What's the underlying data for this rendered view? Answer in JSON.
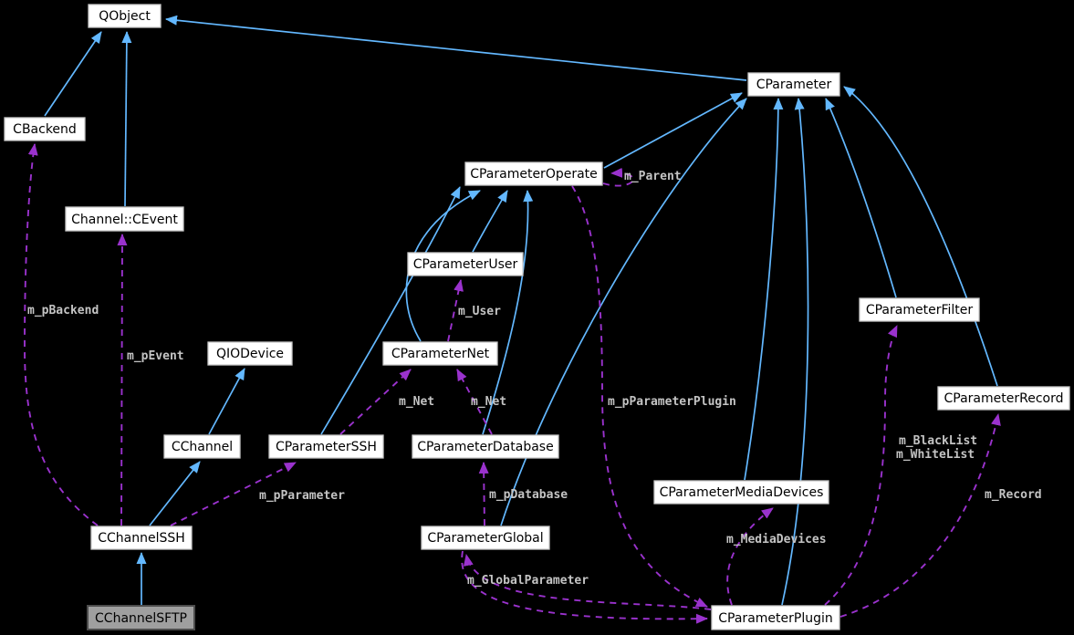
{
  "diagram": {
    "type": "collaboration-diagram",
    "highlighted_node": "CChannelSFTP",
    "nodes": {
      "qobject": "QObject",
      "cparameter": "CParameter",
      "cbackend": "CBackend",
      "channel_cevent": "Channel::CEvent",
      "cparameteroperate": "CParameterOperate",
      "cparameteruser": "CParameterUser",
      "qiodevice": "QIODevice",
      "cparameternet": "CParameterNet",
      "cparameterfilter": "CParameterFilter",
      "cparameterrecord": "CParameterRecord",
      "cchannel": "CChannel",
      "cparameterssh": "CParameterSSH",
      "cparameterdatabase": "CParameterDatabase",
      "cparametermediadevices": "CParameterMediaDevices",
      "cchannelssh": "CChannelSSH",
      "cparameterglobal": "CParameterGlobal",
      "cparameterplugin": "CParameterPlugin",
      "cchannelsftp": "CChannelSFTP"
    },
    "edge_labels": {
      "m_pBackend": "m_pBackend",
      "m_pEvent": "m_pEvent",
      "m_Parent": "m_Parent",
      "m_User": "m_User",
      "m_Net": "m_Net",
      "m_pParameterPlugin": "m_pParameterPlugin",
      "m_pParameter": "m_pParameter",
      "m_pDatabase": "m_pDatabase",
      "m_BlackList": "m_BlackList",
      "m_WhiteList": "m_WhiteList",
      "m_Record": "m_Record",
      "m_MediaDevices": "m_MediaDevices",
      "m_GlobalParameter": "m_GlobalParameter"
    },
    "colors": {
      "background": "#000000",
      "inheritance": "#63b8ff",
      "usage": "#9a32cd",
      "node_fill": "#ffffff",
      "node_border": "#c9c9c9",
      "node_text": "#000000",
      "highlight_fill": "#9f9f9f",
      "highlight_border": "#4c4c4c",
      "label_color": "#c4c4c4"
    }
  }
}
